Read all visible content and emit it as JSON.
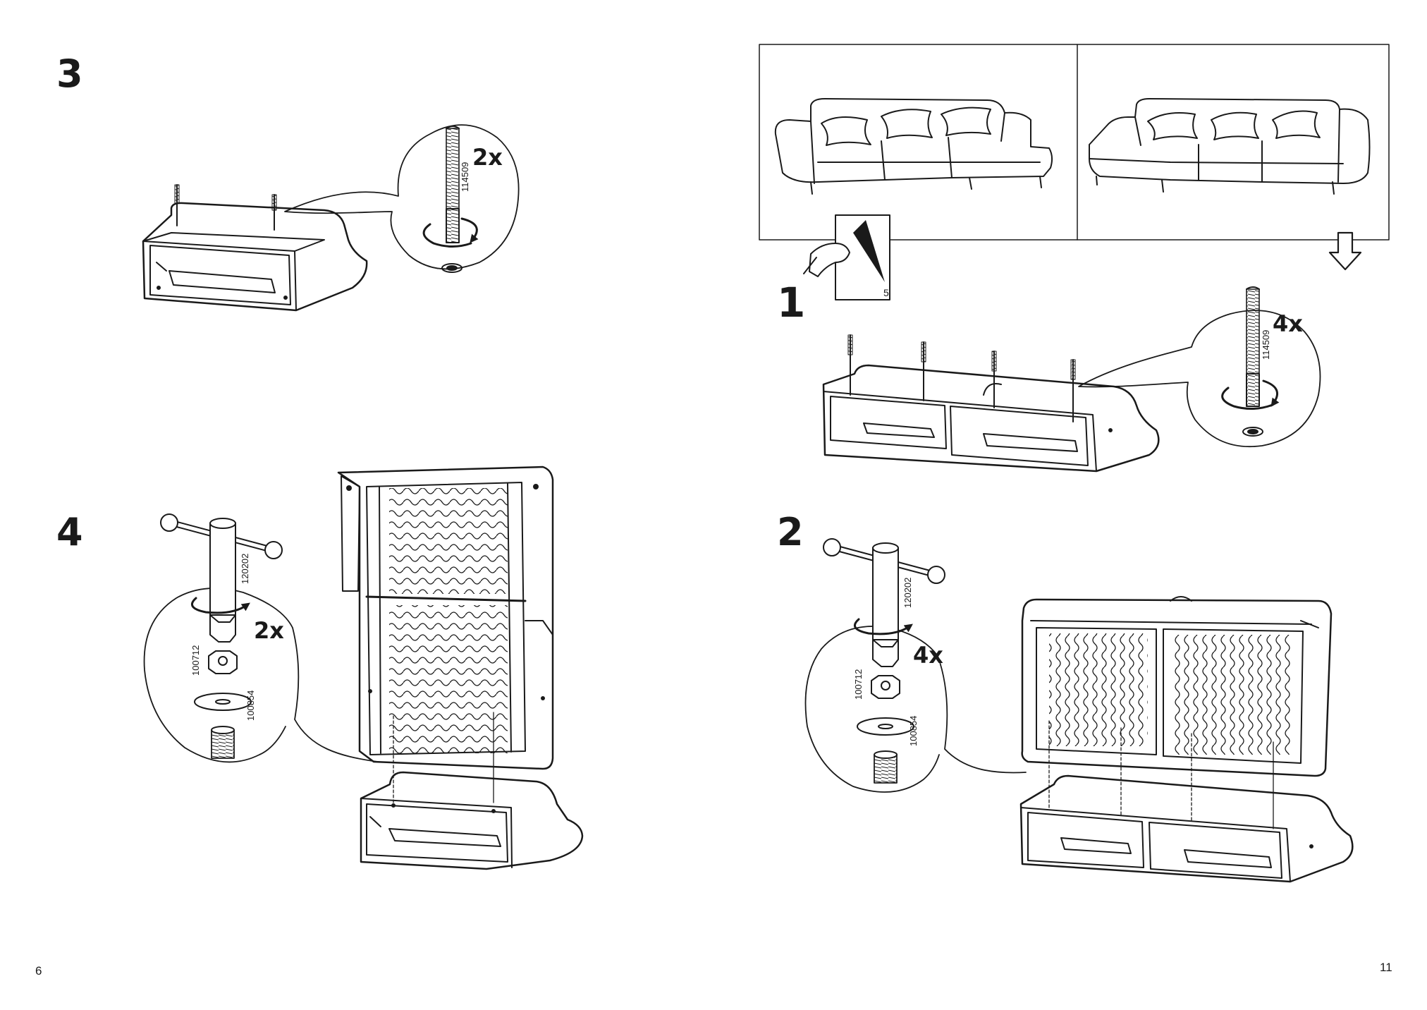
{
  "page_left": {
    "page_number": "6",
    "step_3": {
      "step_number": "3",
      "part_label": "114509",
      "quantity": "2x"
    },
    "step_4": {
      "step_number": "4",
      "tool_label": "120202",
      "nut_label": "100712",
      "washer_label": "100854",
      "quantity": "2x"
    }
  },
  "page_right": {
    "page_number": "11",
    "see_page_number": "5",
    "step_1": {
      "step_number": "1",
      "part_label": "114509",
      "quantity": "4x"
    },
    "step_2": {
      "step_number": "2",
      "tool_label": "120202",
      "nut_label": "100712",
      "washer_label": "100854",
      "quantity": "4x"
    }
  },
  "icons": [
    "page-reference-hand-icon",
    "down-arrow-icon",
    "rotate-arrow-icon"
  ],
  "colors": {
    "ink": "#1a1a1a",
    "background": "#ffffff"
  }
}
